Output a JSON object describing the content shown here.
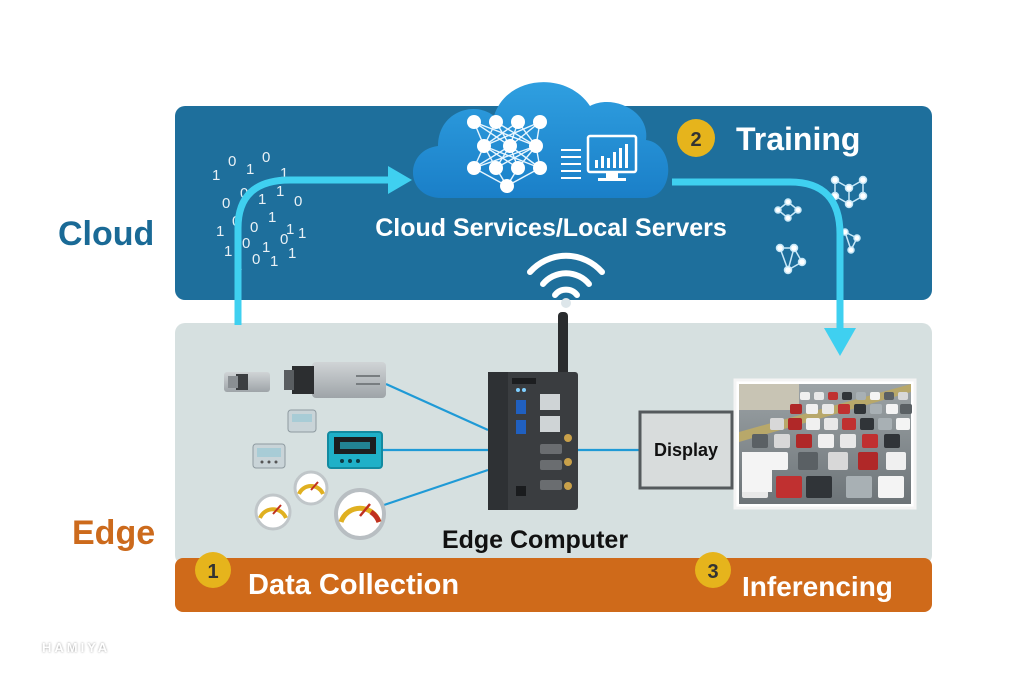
{
  "labels": {
    "cloud": "Cloud",
    "edge": "Edge",
    "cloud_services": "Cloud Services/Local Servers",
    "edge_computer": "Edge Computer",
    "display": "Display",
    "watermark": "HAMIYA"
  },
  "steps": [
    {
      "number": "1",
      "label": "Data Collection"
    },
    {
      "number": "2",
      "label": "Training"
    },
    {
      "number": "3",
      "label": "Inferencing"
    }
  ],
  "binary_digits": [
    "1",
    "0",
    "1",
    "0",
    "1",
    "0",
    "0",
    "1",
    "1",
    "0",
    "1",
    "0",
    "0",
    "1",
    "1",
    "1",
    "0",
    "1",
    "0",
    "1",
    "1",
    "0",
    "1",
    "1"
  ],
  "colors": {
    "cloud_panel": "#1e6f9c",
    "edge_panel": "#d6e0e0",
    "edge_bar": "#cf6a1a",
    "cloud_label": "#1a6a96",
    "edge_label": "#cc6a1c",
    "arrow": "#3fd0f0",
    "badge": "#e6b41c",
    "device_line": "#1f9ad6"
  },
  "icons": [
    "neural-network-icon",
    "monitor-chart-icon",
    "wifi-icon",
    "camera-icon",
    "meter-icon",
    "gauge-icon",
    "molecule-icon"
  ]
}
